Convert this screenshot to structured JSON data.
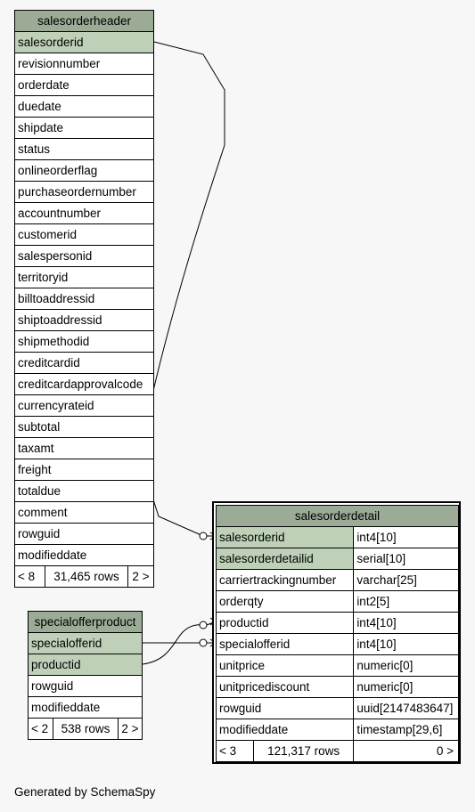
{
  "salesorderheader": {
    "title": "salesorderheader",
    "columns": [
      "salesorderid",
      "revisionnumber",
      "orderdate",
      "duedate",
      "shipdate",
      "status",
      "onlineorderflag",
      "purchaseordernumber",
      "accountnumber",
      "customerid",
      "salespersonid",
      "territoryid",
      "billtoaddressid",
      "shiptoaddressid",
      "shipmethodid",
      "creditcardid",
      "creditcardapprovalcode",
      "currencyrateid",
      "subtotal",
      "taxamt",
      "freight",
      "totaldue",
      "comment",
      "rowguid",
      "modifieddate"
    ],
    "footer": {
      "left": "< 8",
      "rows": "31,465 rows",
      "right": "2 >"
    }
  },
  "specialofferproduct": {
    "title": "specialofferproduct",
    "columns": [
      "specialofferid",
      "productid",
      "rowguid",
      "modifieddate"
    ],
    "footer": {
      "left": "< 2",
      "rows": "538 rows",
      "right": "2 >"
    }
  },
  "salesorderdetail": {
    "title": "salesorderdetail",
    "columns": [
      {
        "name": "salesorderid",
        "type": "int4[10]"
      },
      {
        "name": "salesorderdetailid",
        "type": "serial[10]"
      },
      {
        "name": "carriertrackingnumber",
        "type": "varchar[25]"
      },
      {
        "name": "orderqty",
        "type": "int2[5]"
      },
      {
        "name": "productid",
        "type": "int4[10]"
      },
      {
        "name": "specialofferid",
        "type": "int4[10]"
      },
      {
        "name": "unitprice",
        "type": "numeric[0]"
      },
      {
        "name": "unitpricediscount",
        "type": "numeric[0]"
      },
      {
        "name": "rowguid",
        "type": "uuid[2147483647]"
      },
      {
        "name": "modifieddate",
        "type": "timestamp[29,6]"
      }
    ],
    "footer": {
      "left": "< 3",
      "rows": "121,317 rows",
      "right": "0 >"
    }
  },
  "footer_text": "Generated by SchemaSpy",
  "colors": {
    "header_bg": "#9bab96",
    "key_bg": "#bed1b8",
    "background": "#f7f7f7"
  }
}
